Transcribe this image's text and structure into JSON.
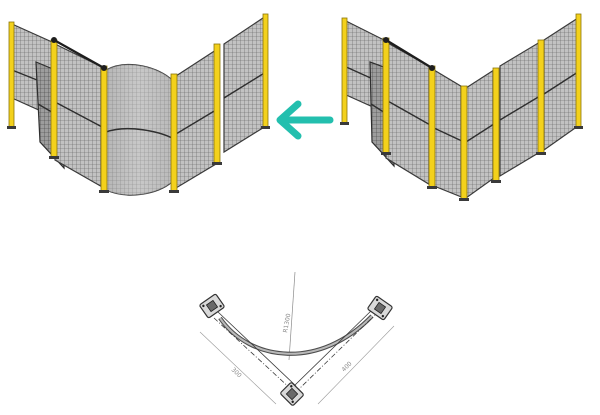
{
  "colors": {
    "post_yellow": "#f3d11c",
    "post_shade": "#b89b0c",
    "mesh_fill": "#b4b4b4",
    "mesh_line": "#4a4a4a",
    "frame": "#3a3a3a",
    "arrow": "#23bfae",
    "drawing_line": "#4d4d4d"
  },
  "icons": {
    "transition_arrow": "arrow-left-icon"
  },
  "drawing": {
    "radius_label": "R1300",
    "length_left_label": "300",
    "length_right_label": "400"
  }
}
